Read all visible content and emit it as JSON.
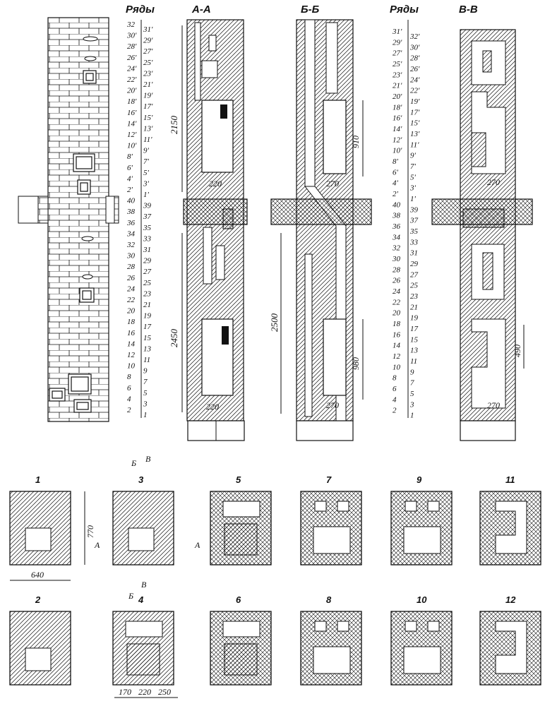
{
  "sections": {
    "rows_left": "Ряды",
    "aa": "А-А",
    "bb": "Б-Б",
    "rows_right": "Ряды",
    "vv": "В-В"
  },
  "row_labels": {
    "left_col1": [
      "32",
      "30'",
      "28'",
      "26'",
      "24'",
      "22'",
      "20'",
      "18'",
      "16'",
      "14'",
      "12'",
      "10'",
      "8'",
      "6'",
      "4'",
      "2'",
      "40",
      "38",
      "36",
      "34",
      "32",
      "30",
      "28",
      "26",
      "24",
      "22",
      "20",
      "18",
      "16",
      "14",
      "12",
      "10",
      "8",
      "6",
      "4",
      "2"
    ],
    "left_col2": [
      "31'",
      "29'",
      "27'",
      "25'",
      "23'",
      "21'",
      "19'",
      "17'",
      "15'",
      "13'",
      "11'",
      "9'",
      "7'",
      "5'",
      "3'",
      "1'",
      "39",
      "37",
      "35",
      "33",
      "31",
      "29",
      "27",
      "25",
      "23",
      "21",
      "19",
      "17",
      "15",
      "13",
      "11",
      "9",
      "7",
      "5",
      "3",
      "1"
    ],
    "right_col1": [
      "31'",
      "29'",
      "27'",
      "25'",
      "23'",
      "21'",
      "20'",
      "18'",
      "16'",
      "14'",
      "12'",
      "10'",
      "8'",
      "6'",
      "4'",
      "2'",
      "40",
      "38",
      "36",
      "34",
      "32",
      "30",
      "28",
      "26",
      "24",
      "22",
      "20",
      "18",
      "16",
      "14",
      "12",
      "10",
      "8",
      "6",
      "4",
      "2"
    ],
    "right_col2": [
      "32'",
      "30'",
      "28'",
      "26'",
      "24'",
      "22'",
      "19'",
      "17'",
      "15'",
      "13'",
      "11'",
      "9'",
      "7'",
      "5'",
      "3'",
      "1'",
      "39",
      "37",
      "35",
      "33",
      "31",
      "29",
      "27",
      "25",
      "23",
      "21",
      "19",
      "17",
      "15",
      "13",
      "11",
      "9",
      "7",
      "5",
      "3",
      "1"
    ]
  },
  "dimensions": {
    "aa_upper_height": "2150",
    "aa_lower_height": "2450",
    "aa_upper_firebox": "220",
    "aa_lower_firebox": "220",
    "bb_total_height": "2500",
    "bb_upper_channel": "910",
    "bb_lower_channel": "980",
    "bb_upper_firebox": "270",
    "bb_lower_firebox": "270",
    "vv_upper_firebox": "270",
    "vv_channel": "490",
    "vv_lower_firebox": "270",
    "plan_width": "640",
    "plan_depth": "770",
    "plan4_a": "170",
    "plan4_b": "220",
    "plan4_c": "250"
  },
  "cut_marks": {
    "b": "Б",
    "v": "В",
    "a": "А"
  },
  "plans": {
    "top_row": [
      "1",
      "3",
      "5",
      "7",
      "9",
      "11"
    ],
    "bottom_row": [
      "2",
      "4",
      "6",
      "8",
      "10",
      "12"
    ]
  }
}
